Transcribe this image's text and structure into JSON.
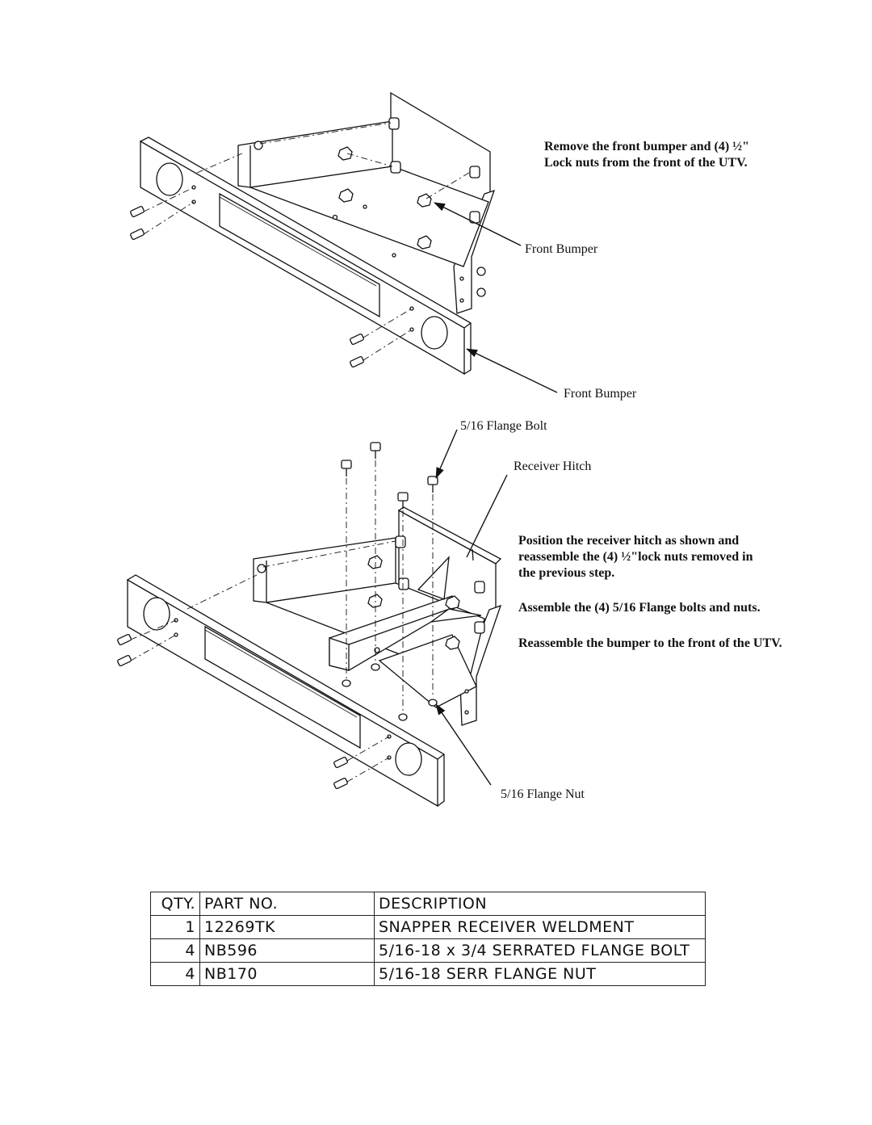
{
  "step1": {
    "instruction_line1": "Remove the front bumper and (4)  ½\"",
    "instruction_line2": "Lock nuts from the front of the UTV.",
    "callout_upper": "Front Bumper",
    "callout_lower": "Front Bumper"
  },
  "step2": {
    "callout_flange_bolt": "5/16 Flange Bolt",
    "callout_receiver_hitch": "Receiver Hitch",
    "callout_flange_nut": "5/16 Flange Nut",
    "instruction_1_line1": "Position the receiver hitch as shown and",
    "instruction_1_line2": "reassemble the (4)  ½\"lock nuts removed in",
    "instruction_1_line3": "the previous step.",
    "instruction_2": "Assemble the (4) 5/16 Flange bolts and nuts.",
    "instruction_3": "Reassemble the bumper to the front of the UTV."
  },
  "parts_table": {
    "headers": [
      "QTY.",
      "PART NO.",
      "DESCRIPTION"
    ],
    "rows": [
      {
        "qty": "1",
        "part_no": "12269TK",
        "description": "SNAPPER RECEIVER WELDMENT"
      },
      {
        "qty": "4",
        "part_no": "NB596",
        "description": "5/16-18 x 3/4 SERRATED FLANGE BOLT"
      },
      {
        "qty": "4",
        "part_no": "NB170",
        "description": "5/16-18 SERR FLANGE NUT"
      }
    ]
  }
}
